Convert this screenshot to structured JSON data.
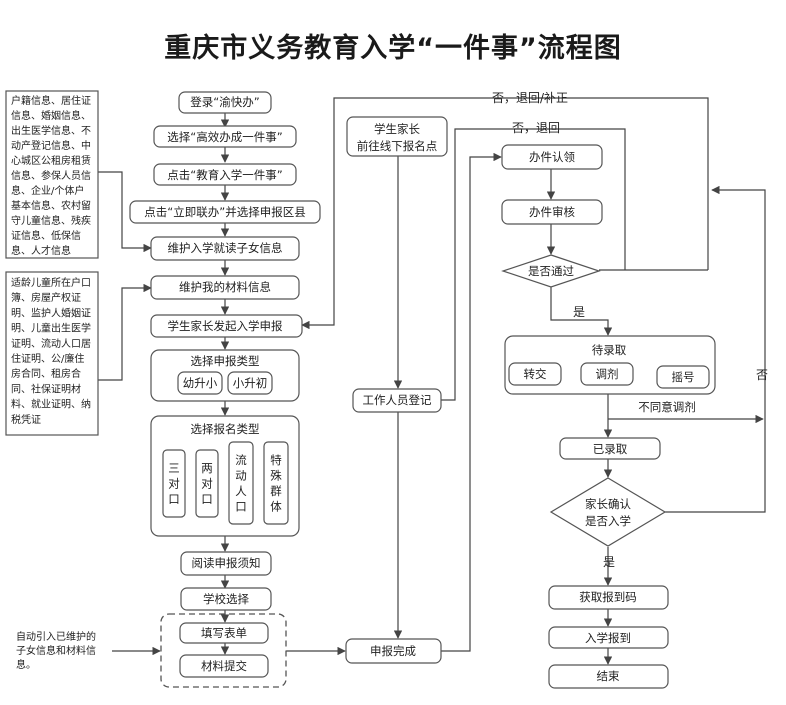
{
  "title": "重庆市义务教育入学“一件事”流程图",
  "left_notes": {
    "note1": [
      "户籍信息、居住证",
      "信息、婚姻信息、",
      "出生医学信息、不",
      "动产登记信息、中",
      "心城区公租房租赁",
      "信息、参保人员信",
      "息、企业/个体户",
      "基本信息、农村留",
      "守儿童信息、残疾",
      "证信息、低保信",
      "息、人才信息"
    ],
    "note2": [
      "适龄儿童所在户口",
      "簿、房屋产权证",
      "明、监护人婚姻证",
      "明、儿童出生医学",
      "证明、流动人口居",
      "住证明、公/廉住",
      "房合同、租房合",
      "同、社保证明材",
      "料、就业证明、纳",
      "税凭证"
    ],
    "note3": [
      "自动引入已维护的",
      "子女信息和材料信",
      "息。"
    ]
  },
  "nodes": {
    "login": "登录“渝快办”",
    "select_service": "选择“高效办成一件事”",
    "click_edu": "点击“教育入学一件事”",
    "click_apply": "点击“立即联办”并选择申报区县",
    "child_info": "维护入学就读子女信息",
    "my_materials": "维护我的材料信息",
    "parent_apply": "学生家长发起入学申报",
    "select_type": "选择申报类型",
    "type_options": [
      "幼升小",
      "小升初"
    ],
    "select_category": "选择报名类型",
    "category_options": [
      "三\n对\n口",
      "两\n对\n口",
      "流\n动\n人\n口",
      "特\n殊\n群\n体"
    ],
    "read_notice": "阅读申报须知",
    "school_select": "学校选择",
    "fill_form": "填写表单",
    "submit_materials": "材料提交",
    "offline_parent": [
      "学生家长",
      "前往线下报名点"
    ],
    "staff_register": "工作人员登记",
    "apply_done": "申报完成",
    "claim": "办件认领",
    "review": "办件审核",
    "passed": "是否通过",
    "pending": "待录取",
    "pending_options": [
      "转交",
      "调剂",
      "摇号"
    ],
    "admitted": "已录取",
    "parent_confirm": [
      "家长确认",
      "是否入学"
    ],
    "get_code": "获取报到码",
    "report": "入学报到",
    "end": "结束"
  },
  "edge_labels": {
    "no_return_supplement": "否，退回/补正",
    "no_return": "否，退回",
    "yes1": "是",
    "yes2": "是",
    "no_right": "否",
    "disagree_adjust": "不同意调剂"
  }
}
